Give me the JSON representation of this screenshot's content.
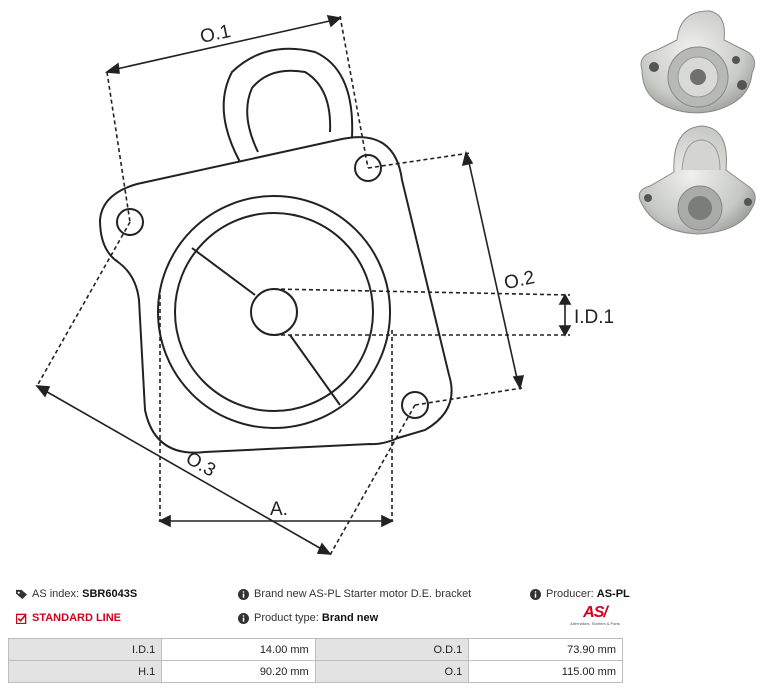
{
  "diagram": {
    "labels": {
      "od1": "O.1",
      "od2": "O.2",
      "od3": "O.3",
      "id1": "I.D.1",
      "a": "A."
    }
  },
  "info": {
    "as_index_label": "AS index:",
    "as_index_value": "SBR6043S",
    "description": "Brand new AS-PL Starter motor D.E. bracket",
    "producer_label": "Producer:",
    "producer_value": "AS-PL",
    "standard_line": "STANDARD LINE",
    "product_type_label": "Product type:",
    "product_type_value": "Brand new",
    "logo_text": "AS",
    "logo_tagline": "Alternators, Starters & Parts"
  },
  "specs": [
    {
      "label1": "I.D.1",
      "value1": "14.00 mm",
      "label2": "O.D.1",
      "value2": "73.90 mm"
    },
    {
      "label1": "H.1",
      "value1": "90.20 mm",
      "label2": "O.1",
      "value2": "115.00 mm"
    }
  ],
  "colors": {
    "brand_red": "#d0021b",
    "line": "#222222",
    "table_label_bg": "#e3e3e3"
  }
}
